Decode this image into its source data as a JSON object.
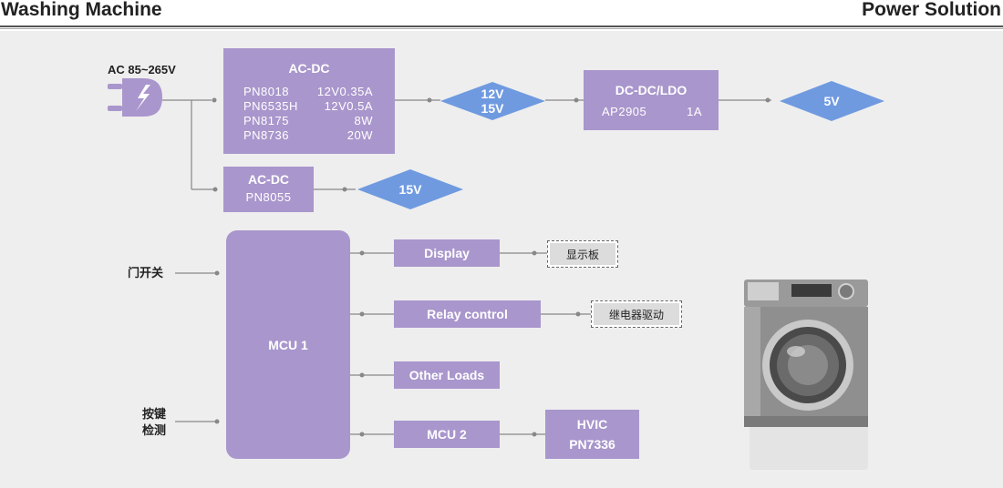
{
  "header": {
    "left_title": "Washing Machine",
    "right_title": "Power Solution"
  },
  "input": {
    "label": "AC 85~265V"
  },
  "acdc_main": {
    "title": "AC-DC",
    "rows": [
      {
        "part": "PN8018",
        "spec": "12V0.35A"
      },
      {
        "part": "PN6535H",
        "spec": "12V0.5A"
      },
      {
        "part": "PN8175",
        "spec": "8W"
      },
      {
        "part": "PN8736",
        "spec": "20W"
      }
    ]
  },
  "out_12_15": {
    "line1": "12V",
    "line2": "15V"
  },
  "dcdc": {
    "title": "DC-DC/LDO",
    "part": "AP2905",
    "spec": "1A"
  },
  "out_5v": {
    "label": "5V"
  },
  "acdc_second": {
    "title": "AC-DC",
    "part": "PN8055"
  },
  "out_15v": {
    "label": "15V"
  },
  "mcu1": {
    "label": "MCU 1"
  },
  "inputs": {
    "door": "门开关",
    "key_line1": "按键",
    "key_line2": "检测"
  },
  "outputs": {
    "display": "Display",
    "display_target": "显示板",
    "relay": "Relay  control",
    "relay_target": "继电器驱动",
    "other": "Other Loads",
    "mcu2": "MCU 2",
    "hvic_line1": "HVIC",
    "hvic_line2": "PN7336"
  },
  "colors": {
    "box": "#a996cc",
    "diamond": "#6f9ae0",
    "wire": "#888888",
    "background": "#eeeeee"
  },
  "icons": {
    "plug": "power-plug-icon",
    "appliance": "washing-machine-illustration"
  }
}
